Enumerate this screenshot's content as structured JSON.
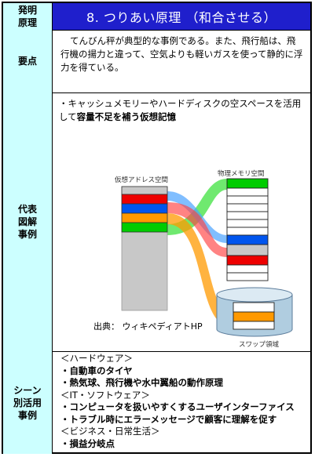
{
  "title": {
    "label": "発明\n原理",
    "text": "8. つりあい原理 （和合させる）"
  },
  "point": {
    "label": "要点",
    "text": "てんびん秤が典型的な事例である。また、飛行船は、飛行機の揚力と違って、空気よりも軽いガスを使って静的に浮力を得ている。"
  },
  "example": {
    "label": "代表\n図解\n事例",
    "text_prefix": "・キャッシュメモリーやハードディスクの空スペースを活用して",
    "text_bold": "容量不足を補う仮想記憶",
    "diagram": {
      "virtual_label": "仮想アドレス空間",
      "physical_label": "物理メモリ空間",
      "swap_label": "スワップ領域",
      "source": "出典： ウィキペディアトHP",
      "colors": {
        "green": "#00cc00",
        "red": "#ee0000",
        "blue": "#0055ee",
        "orange": "#ff9900",
        "gray": "#c8c8c8"
      }
    }
  },
  "scene": {
    "label": "シーン\n別活用\n事例",
    "items": [
      {
        "text": "＜ハードウェア＞",
        "bold": false
      },
      {
        "text": "・自動車のタイヤ",
        "bold": true
      },
      {
        "text": "・熱気球、飛行機や水中翼船の動作原理",
        "bold": true
      },
      {
        "text": "＜IT・ソフトウェア＞",
        "bold": false
      },
      {
        "text": "・コンピュータを扱いやすくするユーザインターファイス",
        "bold": true
      },
      {
        "text": "・トラブル時にエラーメッセージで顧客に理解を促す",
        "bold": true
      },
      {
        "text": "＜ビジネス・日常生活＞",
        "bold": false
      },
      {
        "text": "・損益分岐点",
        "bold": true
      }
    ]
  }
}
